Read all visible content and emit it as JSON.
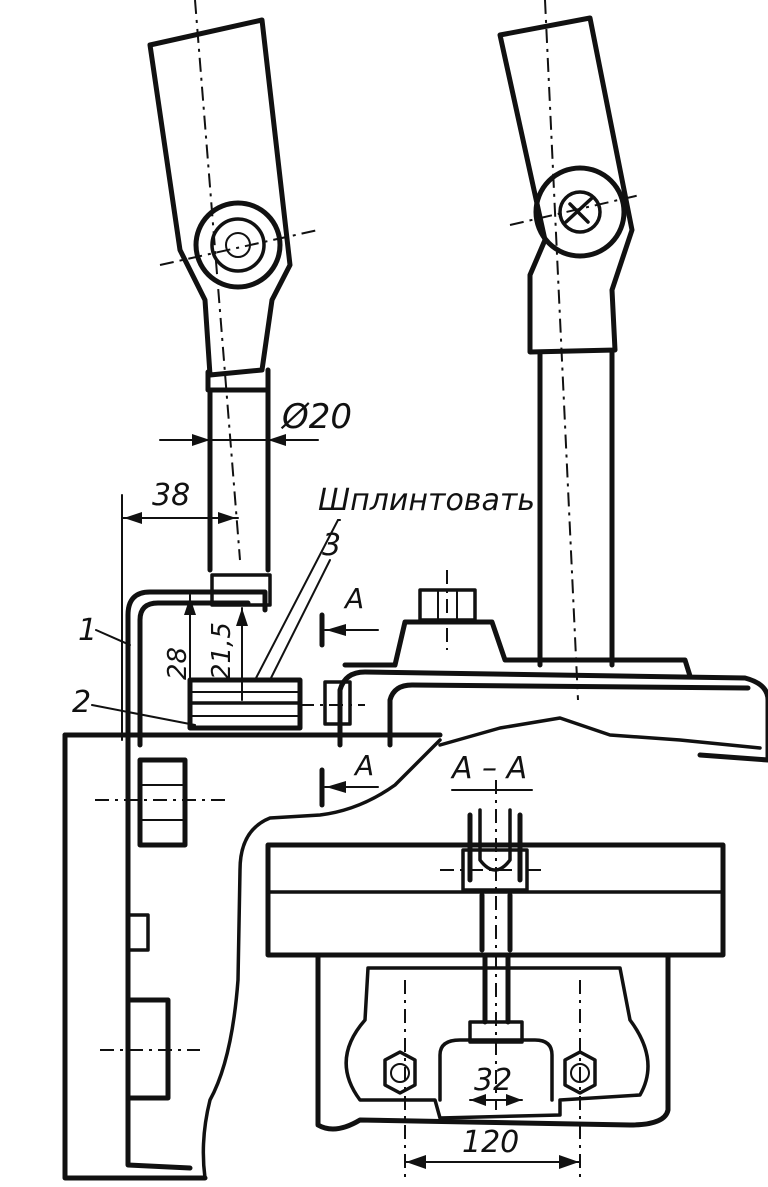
{
  "drawing": {
    "dimensions": {
      "rod_diameter": "Ø20",
      "offset_38": "38",
      "height_28": "28",
      "height_21_5": "21,5",
      "width_32": "32",
      "spacing_120": "120"
    },
    "note": "Шплинтовать",
    "part_numbers": [
      "1",
      "2",
      "3"
    ],
    "section_marks": {
      "upper": "А",
      "lower": "А",
      "section_title": "А – А"
    }
  }
}
